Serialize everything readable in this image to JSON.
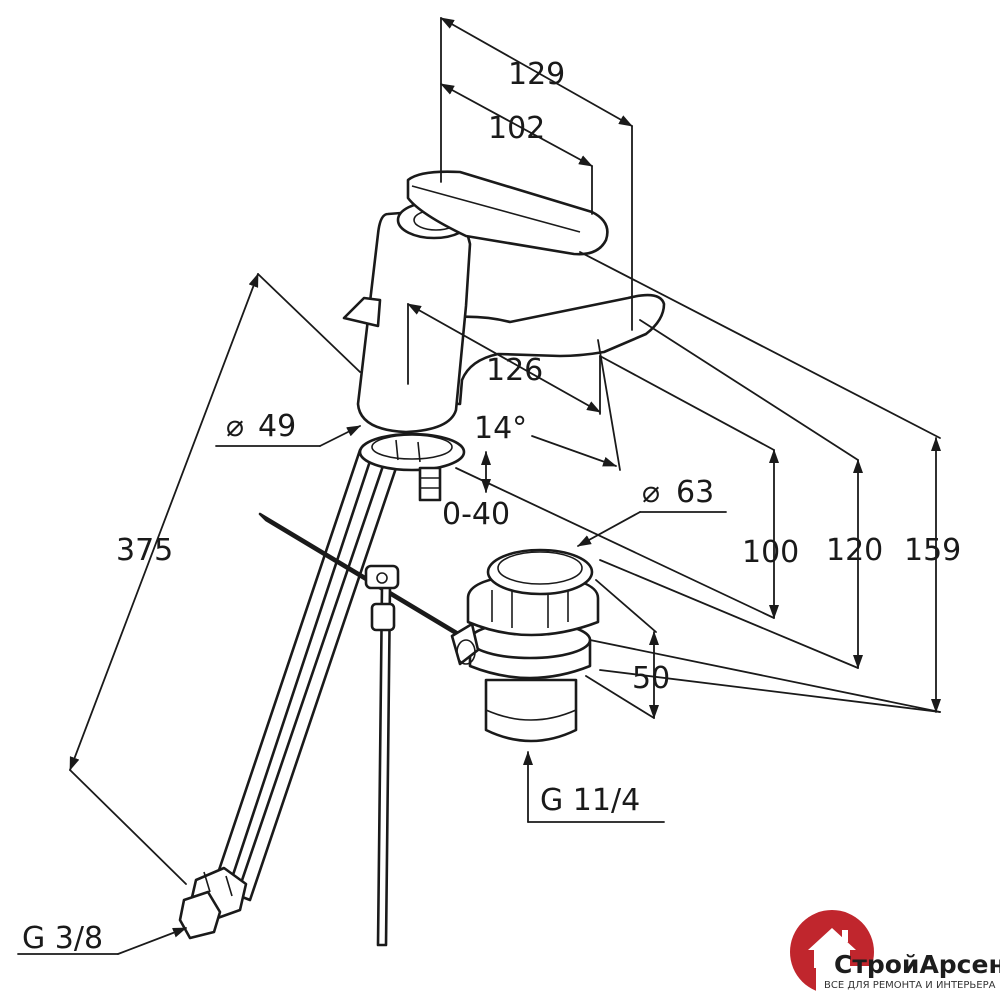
{
  "dimensions": {
    "d129": "129",
    "d102": "102",
    "d126": "126",
    "angle": "14°",
    "phi49": "49",
    "range": "0-40",
    "phi63": "63",
    "d375": "375",
    "d100": "100",
    "d120": "120",
    "d159": "159",
    "d50": "50",
    "thread_waste": "G 11/4",
    "thread_hose": "G 3/8"
  },
  "diameter_symbol": "⌀",
  "logo": {
    "name_part1": "Строй",
    "name_part2": "Арсенал",
    "tagline": "ВСЕ ДЛЯ РЕМОНТА И ИНТЕРЬЕРА",
    "colors": {
      "circle": "#c0262d",
      "house": "#ffffff",
      "text": "#1d1d1d"
    }
  }
}
